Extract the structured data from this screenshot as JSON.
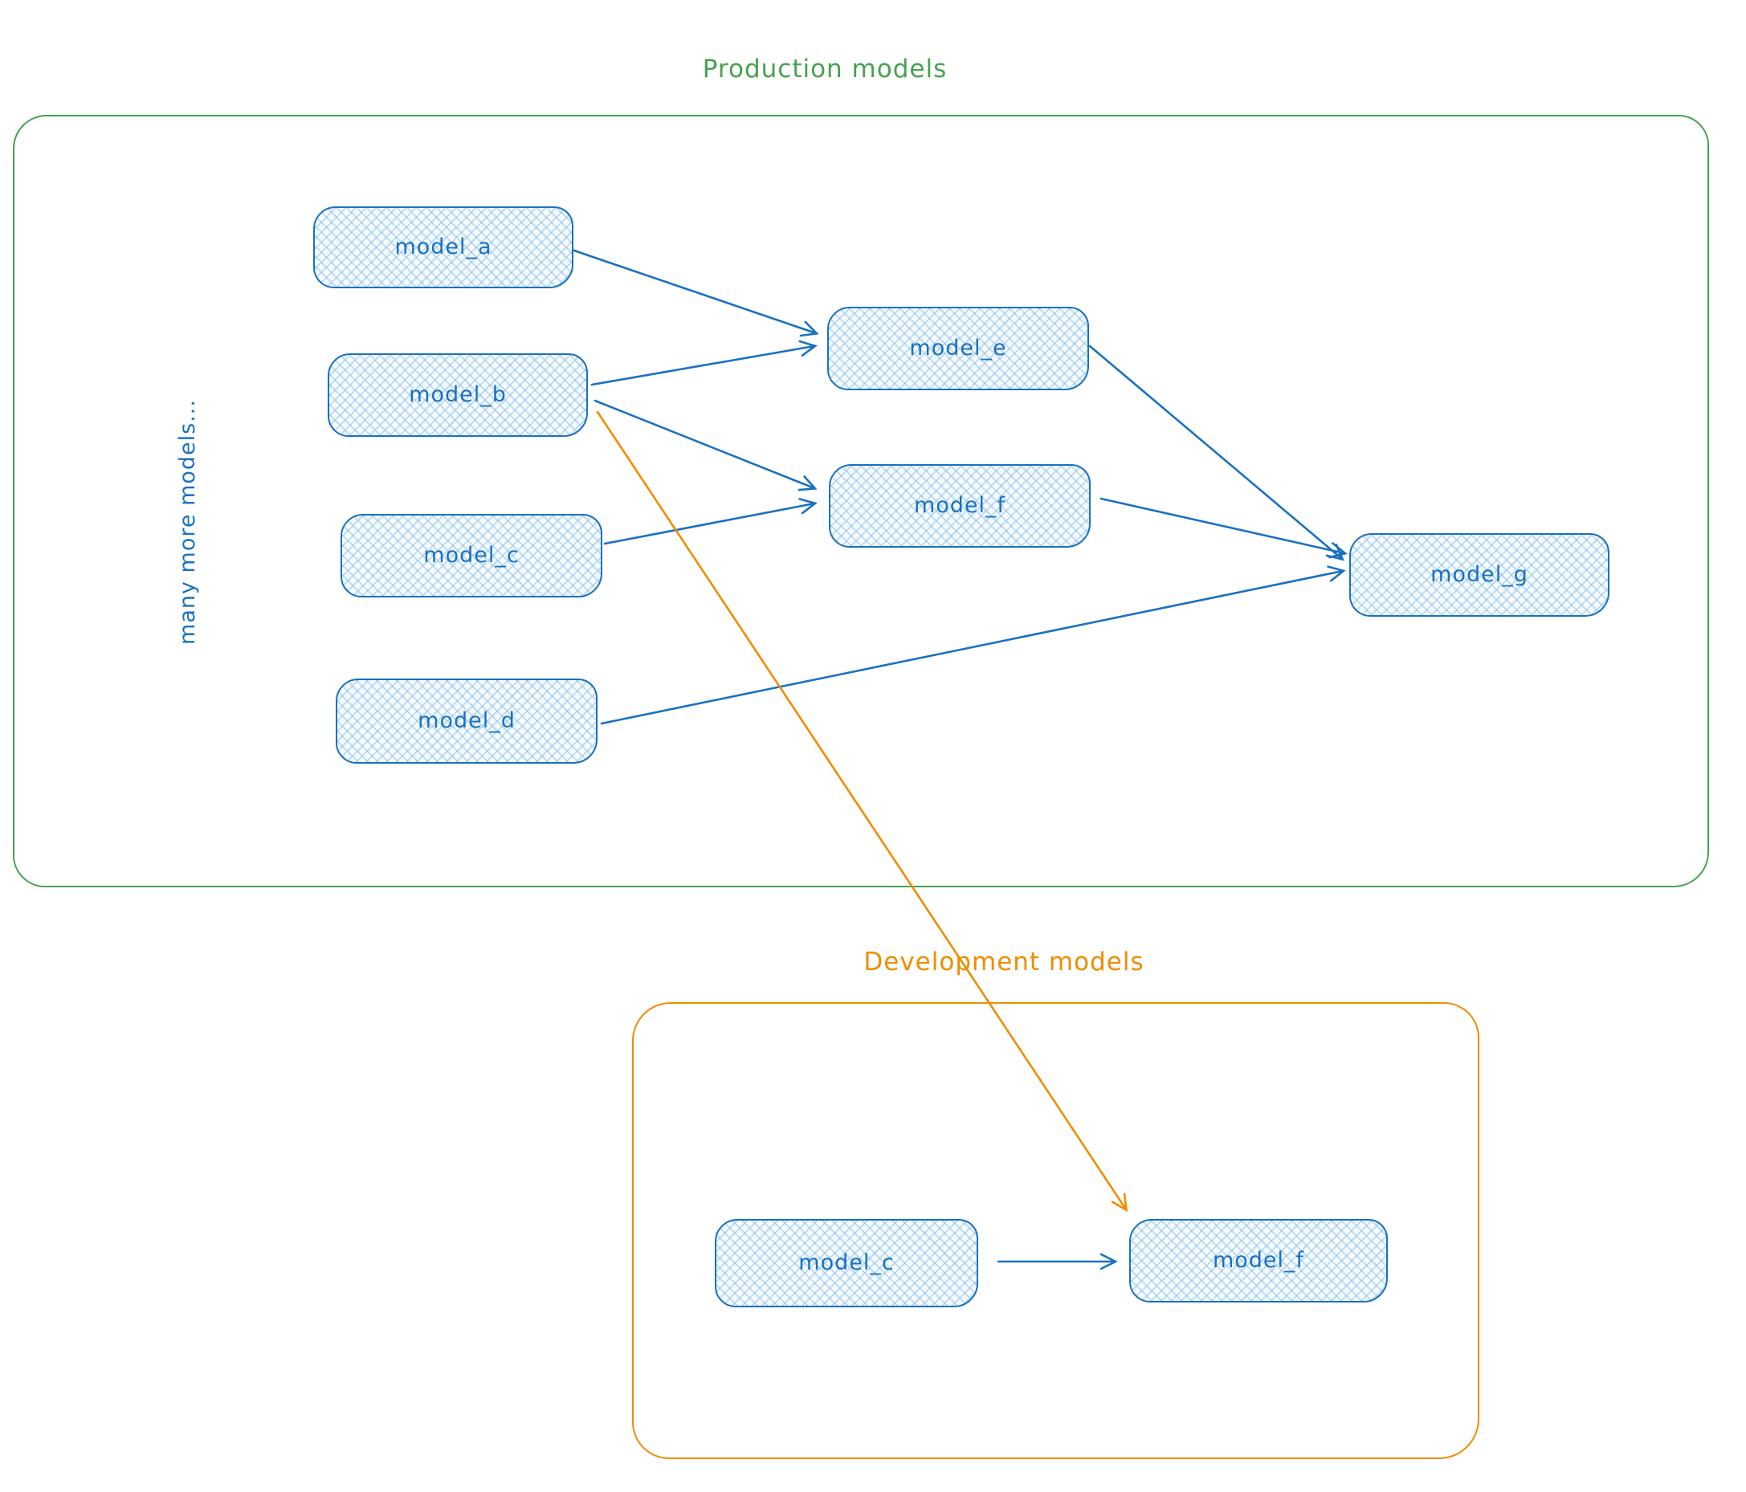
{
  "diagram": {
    "production": {
      "title": "Production models"
    },
    "development": {
      "title": "Development models"
    },
    "side_note": "many more models...",
    "nodes": {
      "prod_a": {
        "label": "model_a"
      },
      "prod_b": {
        "label": "model_b"
      },
      "prod_c": {
        "label": "model_c"
      },
      "prod_d": {
        "label": "model_d"
      },
      "prod_e": {
        "label": "model_e"
      },
      "prod_f": {
        "label": "model_f"
      },
      "prod_g": {
        "label": "model_g"
      },
      "dev_c": {
        "label": "model_c"
      },
      "dev_f": {
        "label": "model_f"
      }
    },
    "edges": [
      {
        "from": "model_a",
        "to": "model_e",
        "group": "production",
        "color": "#1971c2"
      },
      {
        "from": "model_b",
        "to": "model_e",
        "group": "production",
        "color": "#1971c2"
      },
      {
        "from": "model_b",
        "to": "model_f",
        "group": "production",
        "color": "#1971c2"
      },
      {
        "from": "model_c",
        "to": "model_f",
        "group": "production",
        "color": "#1971c2"
      },
      {
        "from": "model_e",
        "to": "model_g",
        "group": "production",
        "color": "#1971c2"
      },
      {
        "from": "model_f",
        "to": "model_g",
        "group": "production",
        "color": "#1971c2"
      },
      {
        "from": "model_d",
        "to": "model_g",
        "group": "production",
        "color": "#1971c2"
      },
      {
        "from": "model_b (production)",
        "to": "model_f (development)",
        "group": "cross",
        "color": "#f08c00"
      },
      {
        "from": "model_c (development)",
        "to": "model_f (development)",
        "group": "development",
        "color": "#1971c2"
      }
    ],
    "colors": {
      "node_stroke": "#1971c2",
      "node_fill": "#a5d8ff",
      "production_border": "#46a24f",
      "development_border": "#f08c00"
    }
  }
}
